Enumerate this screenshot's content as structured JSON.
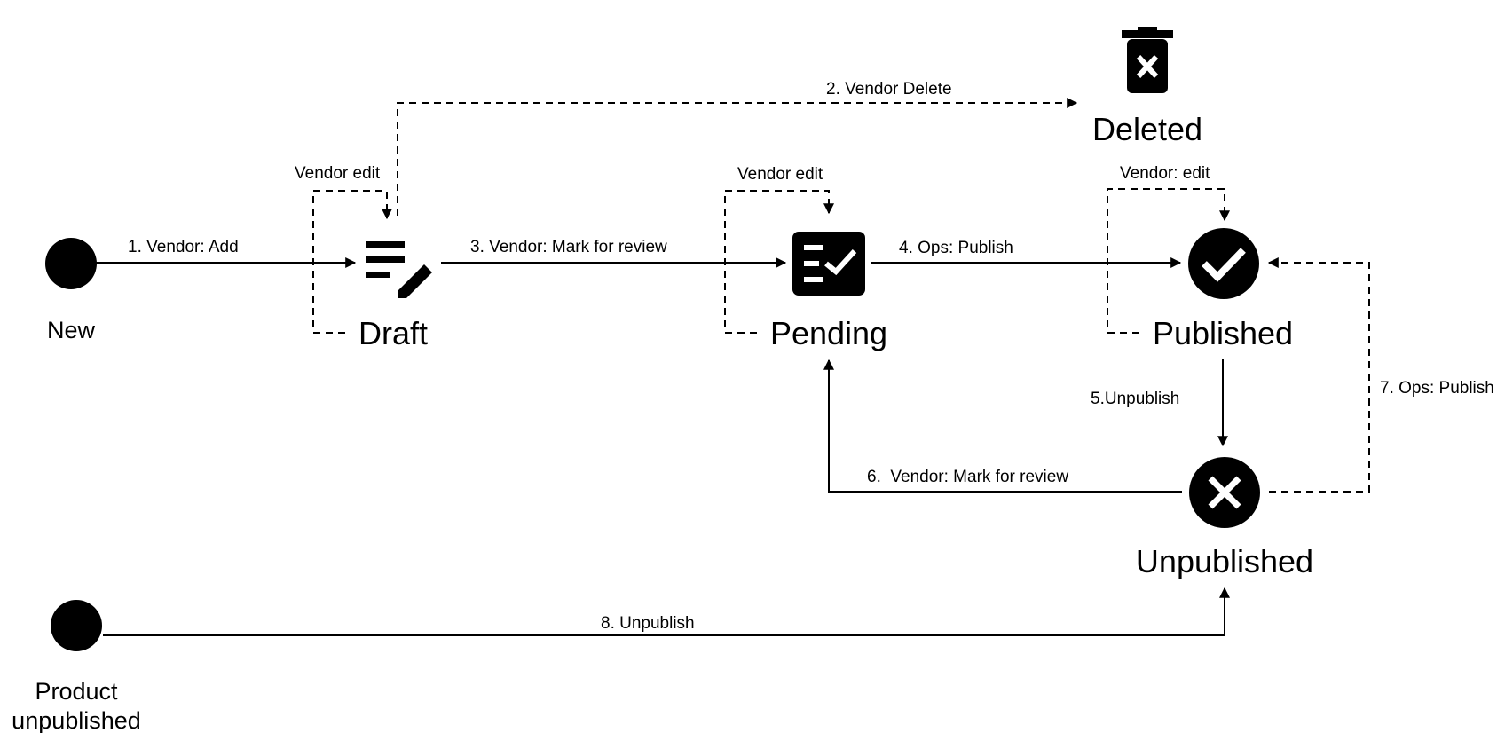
{
  "states": {
    "new": "New",
    "draft": "Draft",
    "pending": "Pending",
    "published": "Published",
    "unpublished": "Unpublished",
    "deleted": "Deleted",
    "product_unpublished_line1": "Product",
    "product_unpublished_line2": "unpublished"
  },
  "transitions": {
    "vendor_add": "1. Vendor: Add",
    "vendor_delete": "2. Vendor Delete",
    "mark_for_review": "3. Vendor: Mark for review",
    "ops_publish": "4. Ops: Publish",
    "unpublish": "5.Unpublish",
    "vendor_mark_for_review_6": "6.  Vendor: Mark for review",
    "ops_publish_7": "7. Ops: Publish",
    "unpublish_8": "8. Unpublish",
    "draft_self": "Vendor edit",
    "pending_self": "Vendor edit",
    "published_self": "Vendor: edit"
  },
  "icons": {
    "draft": "edit-note-icon",
    "pending": "checklist-icon",
    "published": "check-circle-icon",
    "unpublished": "cancel-circle-icon",
    "deleted": "trash-icon"
  },
  "colors": {
    "stroke": "#000000",
    "background": "#ffffff"
  }
}
